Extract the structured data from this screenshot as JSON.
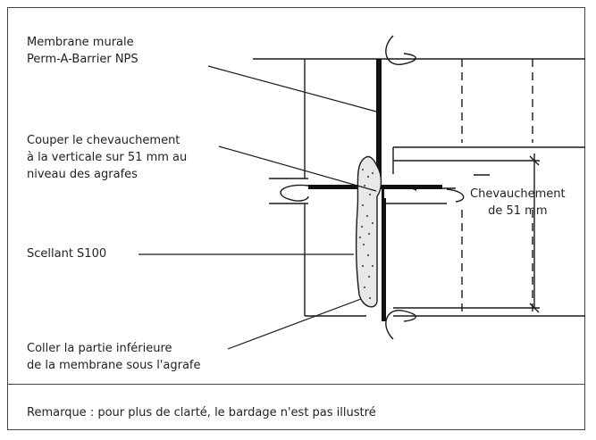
{
  "labels": {
    "membrane": [
      "Membrane murale",
      "Perm-A-Barrier NPS"
    ],
    "couper": [
      "Couper le chevauchement",
      "à la verticale sur 51 mm au",
      "niveau des agrafes"
    ],
    "scellant": [
      "Scellant S100"
    ],
    "coller": [
      "Coller la partie inférieure",
      "de la membrane sous l'agrafe"
    ],
    "chevauchement": [
      "Chevauchement",
      "de 51 mm"
    ]
  },
  "note": "Remarque : pour plus de clarté, le bardage n'est pas illustré",
  "colors": {
    "line": "#1a1a1a",
    "frame": "#444444",
    "text": "#222222"
  }
}
